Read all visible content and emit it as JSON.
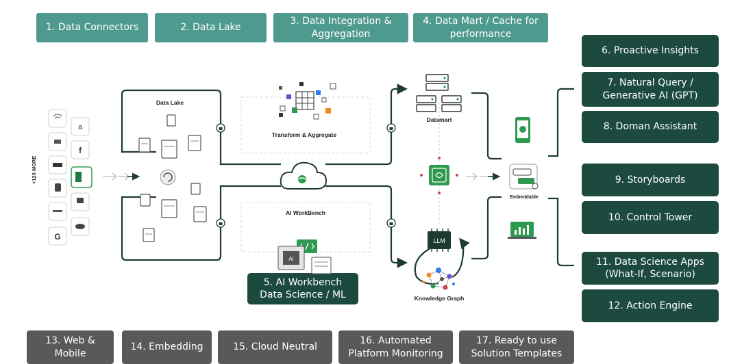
{
  "top_steps": [
    "1. Data Connectors",
    "2. Data Lake",
    "3. Data Integration &\nAggregation",
    "4. Data Mart / Cache for\nperformance"
  ],
  "right_steps": [
    "6. Proactive Insights",
    "7. Natural Query /\nGenerative AI (GPT)",
    "8. Doman Assistant",
    "9. Storyboards",
    "10. Control Tower",
    "11. Data Science Apps\n(What-If, Scenario)",
    "12. Action Engine"
  ],
  "bottom_steps": [
    "13. Web &\nMobile",
    "14. Embedding",
    "15. Cloud Neutral",
    "16. Automated\nPlatform Monitoring",
    "17. Ready to use\nSolution Templates"
  ],
  "workbench_step": "5. AI Workbench\nData Science / ML",
  "diagram_labels": {
    "more_connectors": "+120 MORE",
    "data_lake": "Data Lake",
    "transform": "Transform & Aggregate",
    "ai_workbench": "AI WorkBench",
    "datamart": "Datamart",
    "embeddable": "Embeddable",
    "knowledge_graph": "Knowledge Graph",
    "llm": "LLM",
    "ai_chip": "AI"
  },
  "connector_glyphs": [
    "a",
    "f",
    "G"
  ],
  "colors": {
    "teal": "#4f9a8e",
    "dark_green": "#1d4a3f",
    "gray": "#595959",
    "line": "#1d3b33",
    "accent_green": "#2e9a4f"
  }
}
